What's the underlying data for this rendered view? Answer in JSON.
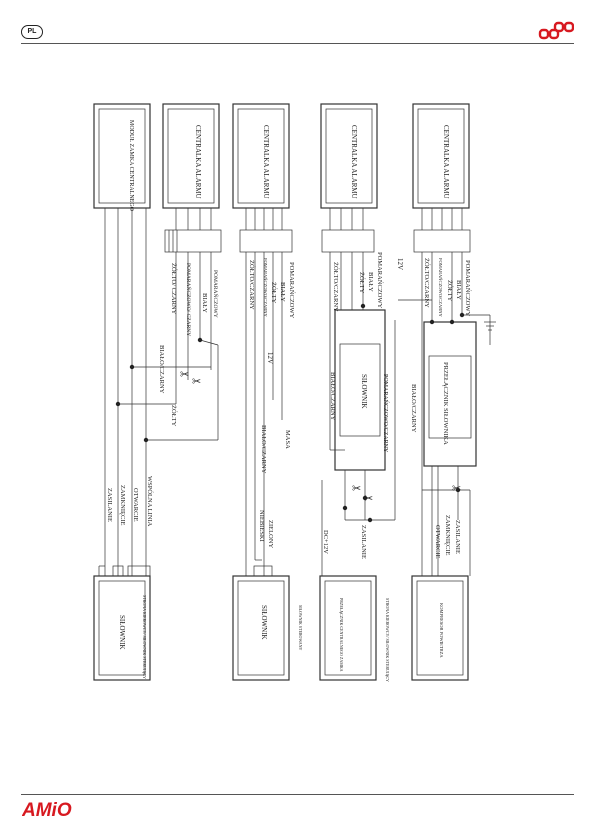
{
  "header": {
    "lang": "PL",
    "brand_color": "#d71920"
  },
  "footer": {
    "logo_text": "AMiO",
    "logo_color": "#d71920"
  },
  "diagrams": [
    {
      "id": "d1",
      "controller": "MODUŁ ZAMKA CENTRALNEGO",
      "actuator": "SIŁOWNIK",
      "side_note": "STRONA KIEROWCY/ SIŁOWNIK STERUJĄCY",
      "wires": {
        "power": "ZASILANIE",
        "lock": "ZAMKNIĘCIE",
        "unlock": "OTWARCIE",
        "common": "WSPÓLNA LINIA"
      },
      "alarm": "CENTRALKA ALARMU",
      "alarm_wires": {
        "yb": "ŻÓŁTO/ CZARNY",
        "ob": "POMARAŃCZOWO/ CZARNY",
        "white": "BIAŁY",
        "orange": "POMARAŃCZOWY"
      },
      "loop_wires": {
        "wb": "BIAŁO/CZARNY",
        "yellow": "ŻÓŁTY"
      }
    },
    {
      "id": "d2",
      "alarm": "CENTRALKA ALARMU",
      "actuator": "SIŁOWNIK",
      "side_note": "SIŁOWNIK STEROWANY",
      "alarm_wires": {
        "yb": "ŻÓŁTO/CZARNY",
        "ob": "POMARAŃCZOWO/CZARNY",
        "yellow": "ŻÓŁTY",
        "white": "BIAŁY",
        "orange": "POMARAŃCZOWY"
      },
      "v12": "12V",
      "mass": "MASA",
      "wb": "BIAŁO/CZARNY",
      "blue": "NIEBIESKI",
      "green": "ZIELONY"
    },
    {
      "id": "d3",
      "alarm": "CENTRALKA ALARMU",
      "actuator": "SIŁOWNIK",
      "switch_box": "PRZEŁĄCZNIK CENTRALNEGO ZAMKA",
      "side_note": "STRONA KIEROWCY/ SIŁOWNIK STERUJĄCY",
      "alarm_wires": {
        "yb": "ŻÓŁTO/CZARNY",
        "yellow": "ŻÓŁTY",
        "white": "BIAŁY",
        "orange": "POMARAŃCZOWY"
      },
      "wb": "BIAŁO/CZARNY",
      "ob": "POMARAŃCZOWO/CZARNY",
      "dc": "DC+12V",
      "power": "ZASILANIE"
    },
    {
      "id": "d4",
      "alarm": "CENTRALKA ALARMU",
      "switch": "PRZEŁĄCZNIK SIŁOWNIKA",
      "compressor": "KOMPRESOR POWIETRZA",
      "alarm_wires": {
        "yb": "ŻÓŁTO/CZARNY",
        "ob": "POMARAŃCZOWO/CZARNY",
        "yellow": "ŻÓŁTY",
        "white": "BIAŁY",
        "orange": "POMARAŃCZOWY"
      },
      "v12": "12V",
      "wb": "BIAŁO/CZARNY",
      "wires": {
        "unlock": "OTWARCIE",
        "lock": "ZAMKNIĘCIE",
        "power": "ZASILANIE"
      }
    }
  ]
}
